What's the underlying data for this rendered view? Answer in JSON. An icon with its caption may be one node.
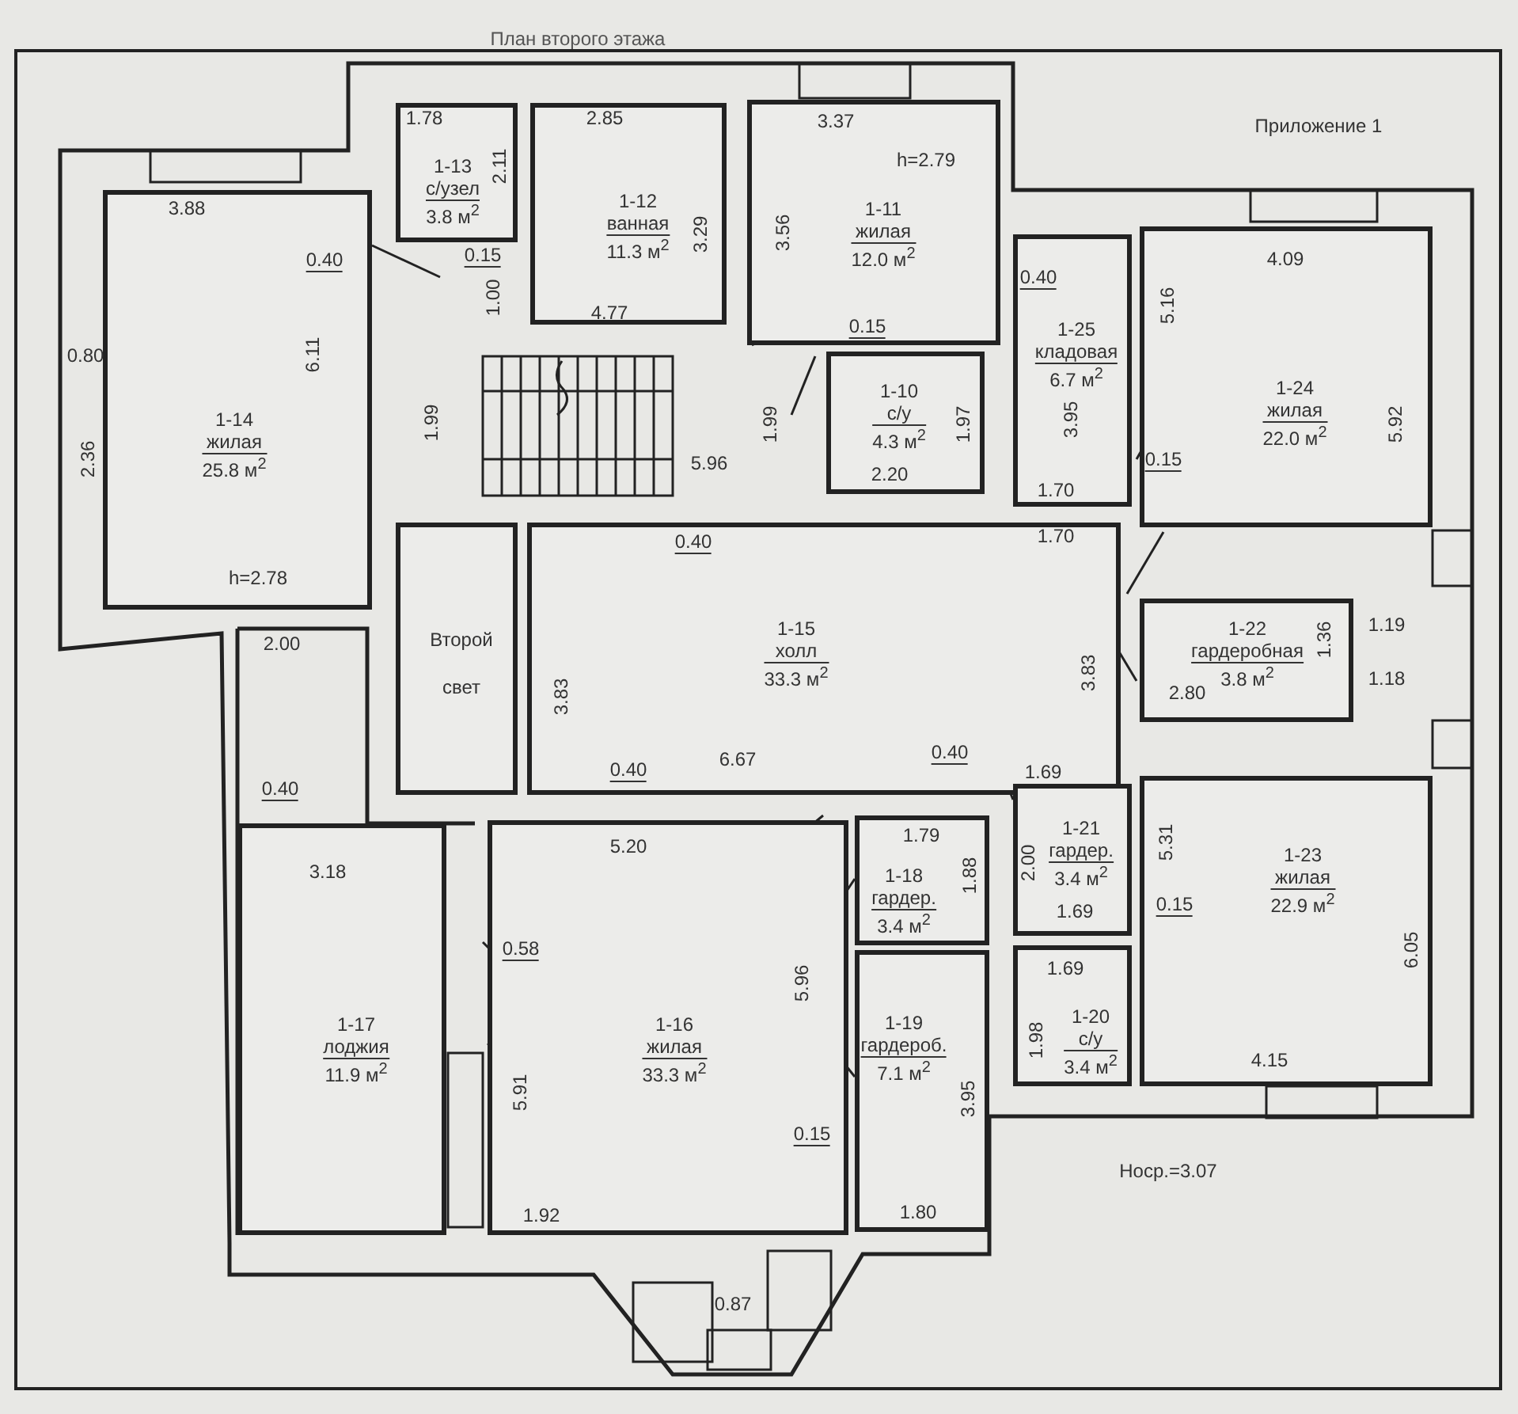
{
  "diagram": {
    "title": "План второго этажа",
    "nodes": [
      {
        "text": [
          "1-13",
          "с/узел",
          "3.8 м$^{2}$"
        ]
      },
      {
        "text": [
          "1-12",
          "ванная",
          "11.3 м$^{2}$"
        ]
      },
      {
        "text": [
          "1-11",
          "жилая",
          "12.0 м$^{2}$",
          "h=2.79"
        ]
      },
      {
        "text": [
          "1-14",
          "жилая",
          "25.8 м$^{2}$",
          "h=2.78"
        ]
      },
      {
        "text": [
          "1-25",
          "кладовая",
          "6.7 м$^{2}$"
        ]
      },
      {
        "text": [
          "1-10",
          "с/у",
          "4.3 м$^{2}$"
        ]
      },
      {
        "text": [
          "1-24",
          "жилая",
          "22.0 м$^{2}$"
        ]
      },
      {
        "text": [
          "Второй свет"
        ]
      },
      {
        "text": [
          "1-15",
          "холл",
          "33.3 м$^{2}$"
        ]
      },
      {
        "text": [
          "1-22",
          "гардеробная",
          "3.8 м$^{2}$"
        ]
      },
      {
        "text": [
          "1-21",
          "гардер.",
          "3.4 м$^{2}$"
        ]
      },
      {
        "text": [
          "1-18",
          "гардер.",
          "3.4 м$^{2}$"
        ]
      },
      {
        "text": [
          "1-17",
          "лоджия",
          "11.9 м$^{2}$"
        ]
      },
      {
        "text": [
          "1-16",
          "жилая",
          "33.3 м$^{2}$"
        ]
      },
      {
        "text": [
          "1-23",
          "жилая",
          "22.9 м$^{2}$"
        ]
      },
      {
        "text": [
          "1-19",
          "гардероб.",
          "7.1 м$^{2}$"
        ]
      },
      {
        "text": [
          "1-20",
          "с/у",
          "3.4 м$^{2}$"
        ]
      }
    ],
    "labels": [
      "Приложение 1",
      "1.78",
      "2.85",
      "3.37",
      "3.88",
      "2.11",
      "0.15",
      "3.29",
      "0.40",
      "3.56",
      "4.09",
      "0.40",
      "5.16",
      "1.00",
      "4.77",
      "0.15",
      "0.80",
      "6.11",
      "1.99",
      "1.99",
      "1.97",
      "3.95",
      "5.92",
      "2.36",
      "0.15",
      "5.96",
      "2.20",
      "1.70",
      "1.70",
      "0.40",
      "2.00",
      "1.19",
      "1.36",
      "3.83",
      "3.83",
      "2.80",
      "1.18",
      "0.40",
      "6.67",
      "1.69",
      "0.40",
      "0.40",
      "5.20",
      "1.79",
      "1.88",
      "2.00",
      "5.31",
      "3.18",
      "0.15",
      "1.69",
      "0.58",
      "5.96",
      "6.05",
      "1.69",
      "5.91",
      "1.98",
      "4.15",
      "0.15",
      "3.95",
      "Носр.=3.07",
      "1.92",
      "1.80",
      "0.87"
    ]
  }
}
